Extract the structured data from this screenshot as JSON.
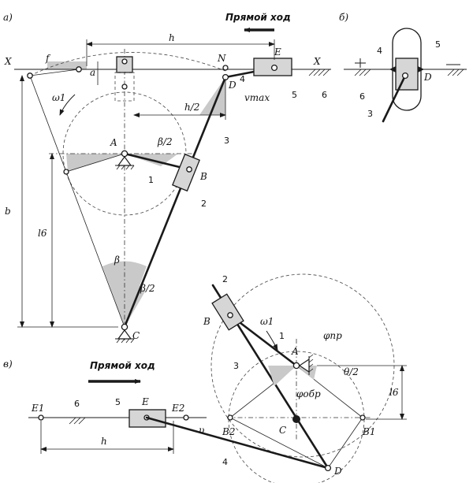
{
  "panels": {
    "a": "а)",
    "b": "б)",
    "c": "в)"
  },
  "direction_label": "Прямой ход",
  "points": {
    "X": "X",
    "N": "N",
    "E": "E",
    "D": "D",
    "A": "A",
    "B": "B",
    "C": "C",
    "E1": "E1",
    "E2": "E2",
    "B1": "B1",
    "B2": "B2"
  },
  "dims": {
    "h": "h",
    "h_half": "h/2",
    "b": "b",
    "lb": "l6",
    "f": "f",
    "a": "a"
  },
  "angles": {
    "omega": "ω1",
    "beta": "β",
    "beta_half": "β/2",
    "theta_half": "θ/2",
    "phi_pr": "φпр",
    "phi_obr": "φобр",
    "upsilon": "υ",
    "v_max": "vmax"
  },
  "part_numbers": {
    "n1": "1",
    "n2": "2",
    "n3": "3",
    "n4": "4",
    "n5": "5",
    "n6": "6"
  },
  "colors": {
    "ink": "#1a1a1a",
    "shade": "#c9c9c9"
  }
}
